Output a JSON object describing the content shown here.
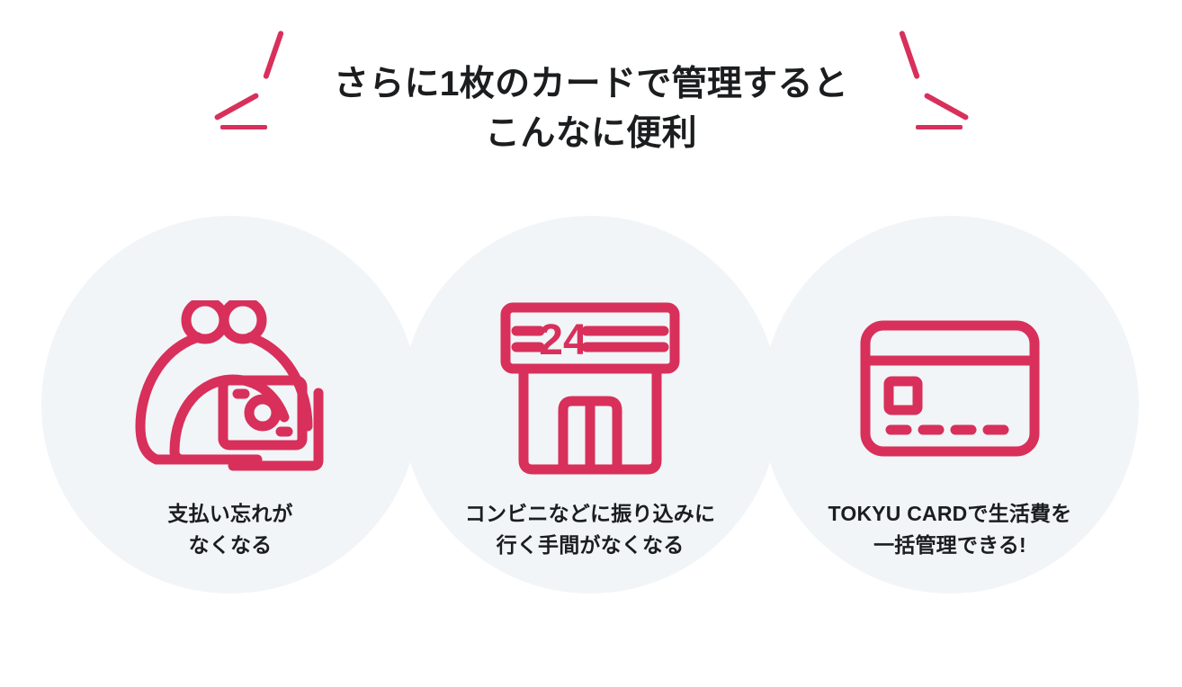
{
  "theme": {
    "accent_color": "#d8305b",
    "circle_bg_color": "#f1f5f7",
    "text_color": "#1b1d1f",
    "page_bg_color": "#ffffff"
  },
  "heading": {
    "line1": "さらに1枚のカードで管理すると",
    "line2": "こんなに便利"
  },
  "decorations": {
    "left": [
      "spark-line-steep",
      "spark-line-shallow",
      "spark-line-horizontal"
    ],
    "right": [
      "spark-line-steep",
      "spark-line-shallow",
      "spark-line-horizontal"
    ]
  },
  "features": [
    {
      "icon": "wallet-with-cash-icon",
      "caption_line1": "支払い忘れが",
      "caption_line2": "なくなる"
    },
    {
      "icon": "convenience-store-24-icon",
      "caption_line1": "コンビニなどに振り込みに",
      "caption_line2": "行く手間がなくなる",
      "sign_label": "24"
    },
    {
      "icon": "credit-card-icon",
      "caption_line1": "TOKYU CARDで生活費を",
      "caption_line2": "一括管理できる!"
    }
  ]
}
